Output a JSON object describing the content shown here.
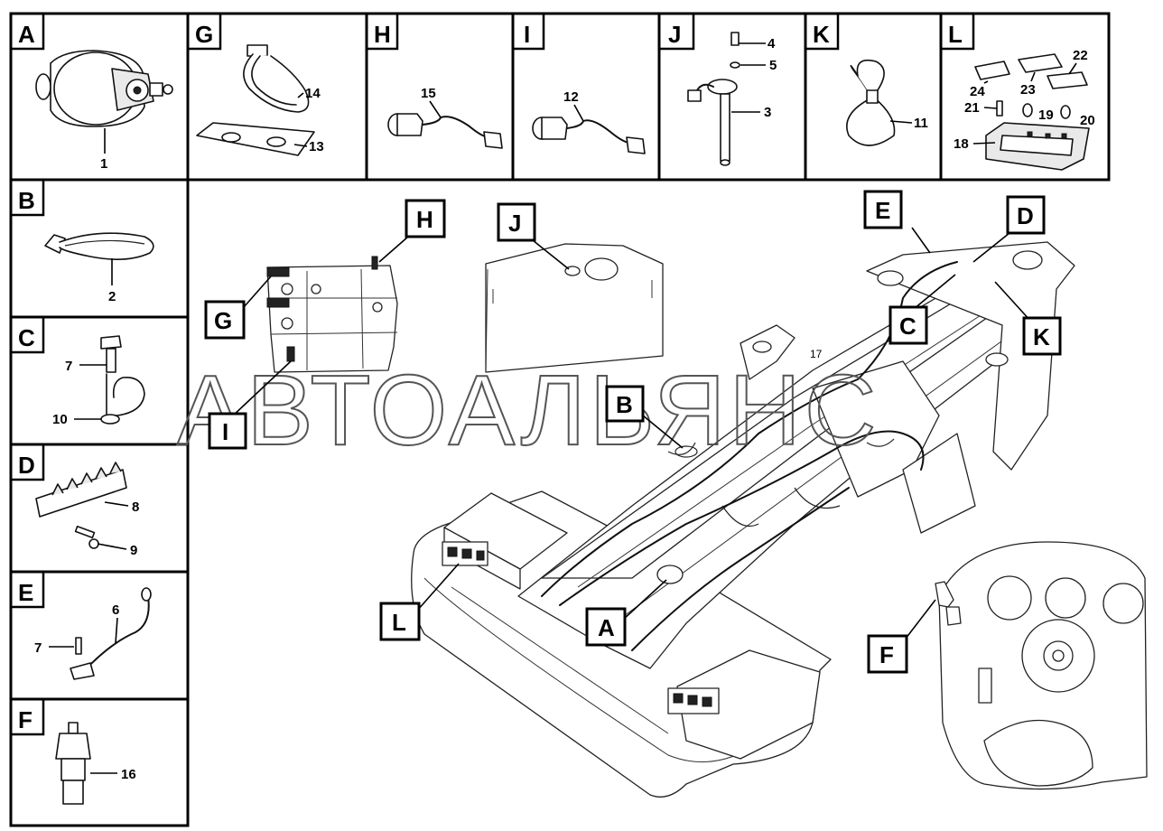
{
  "panels": {
    "A": {
      "letter": "A",
      "numbers": [
        "1"
      ]
    },
    "G": {
      "letter": "G",
      "numbers": [
        "14",
        "13"
      ]
    },
    "H": {
      "letter": "H",
      "numbers": [
        "15"
      ]
    },
    "I": {
      "letter": "I",
      "numbers": [
        "12"
      ]
    },
    "J": {
      "letter": "J",
      "numbers": [
        "4",
        "5",
        "3"
      ]
    },
    "K": {
      "letter": "K",
      "numbers": [
        "11"
      ]
    },
    "L": {
      "letter": "L",
      "numbers": [
        "22",
        "24",
        "23",
        "21",
        "19",
        "20",
        "18"
      ]
    },
    "B": {
      "letter": "B",
      "numbers": [
        "2"
      ]
    },
    "C": {
      "letter": "C",
      "numbers": [
        "7",
        "10"
      ]
    },
    "D": {
      "letter": "D",
      "numbers": [
        "8",
        "9"
      ]
    },
    "E": {
      "letter": "E",
      "numbers": [
        "6",
        "7"
      ]
    },
    "F": {
      "letter": "F",
      "numbers": [
        "16"
      ]
    }
  },
  "main_callouts": {
    "H": "H",
    "J": "J",
    "E": "E",
    "D": "D",
    "G": "G",
    "C": "C",
    "K": "K",
    "I": "I",
    "B": "B",
    "L": "L",
    "A": "A",
    "F": "F"
  },
  "main_numbers": {
    "n17": "17"
  },
  "watermark": "АВТОАЛЬЯНС"
}
